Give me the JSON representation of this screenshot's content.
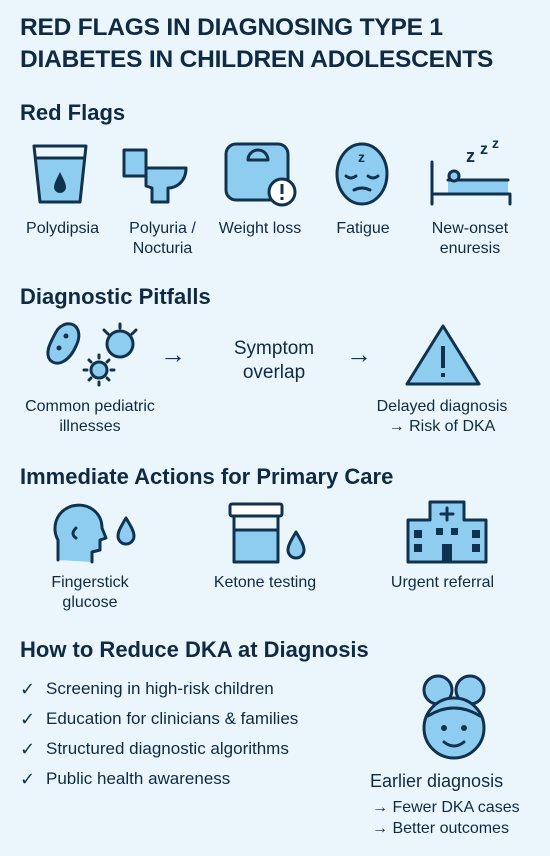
{
  "title": "RED FLAGS IN DIAGNOSING TYPE 1 DIABETES IN CHILDREN ADOLESCENTS",
  "red_flags": {
    "heading": "Red Flags",
    "items": [
      {
        "label": "Polydipsia",
        "icon": "water-glass-icon"
      },
      {
        "label": "Polyuria / Nocturia",
        "icon": "toilet-icon"
      },
      {
        "label": "Weight loss",
        "icon": "scale-warning-icon"
      },
      {
        "label": "Fatigue",
        "icon": "tired-face-icon"
      },
      {
        "label": "New-onset enuresis",
        "icon": "bed-icon"
      }
    ]
  },
  "pitfalls": {
    "heading": "Diagnostic Pitfalls",
    "illness_label": "Common pediatric illnesses",
    "overlap_label": "Symptom overlap",
    "arrow": "→",
    "delayed_label": "Delayed diagnosis",
    "risk_label": "→ Risk of DKA"
  },
  "actions": {
    "heading": "Immediate Actions for Primary Care",
    "items": [
      {
        "label": "Fingerstick glucose",
        "icon": "fingerstick-icon"
      },
      {
        "label": "Ketone testing",
        "icon": "ketone-cup-icon"
      },
      {
        "label": "Urgent referral",
        "icon": "hospital-icon"
      }
    ]
  },
  "reduce": {
    "heading": "How to Reduce DKA at Diagnosis",
    "check": "✓",
    "items": [
      "Screening in high-risk children",
      "Education for clinicians & families",
      "Structured diagnostic algorithms",
      "Public health awareness"
    ],
    "earlier_label": "Earlier diagnosis",
    "outcomes": [
      "→ Fewer DKA cases",
      "→ Better outcomes"
    ]
  },
  "colors": {
    "background": "#eaf6fb",
    "icon_fill": "#8fcdf0",
    "ink": "#10324f"
  }
}
